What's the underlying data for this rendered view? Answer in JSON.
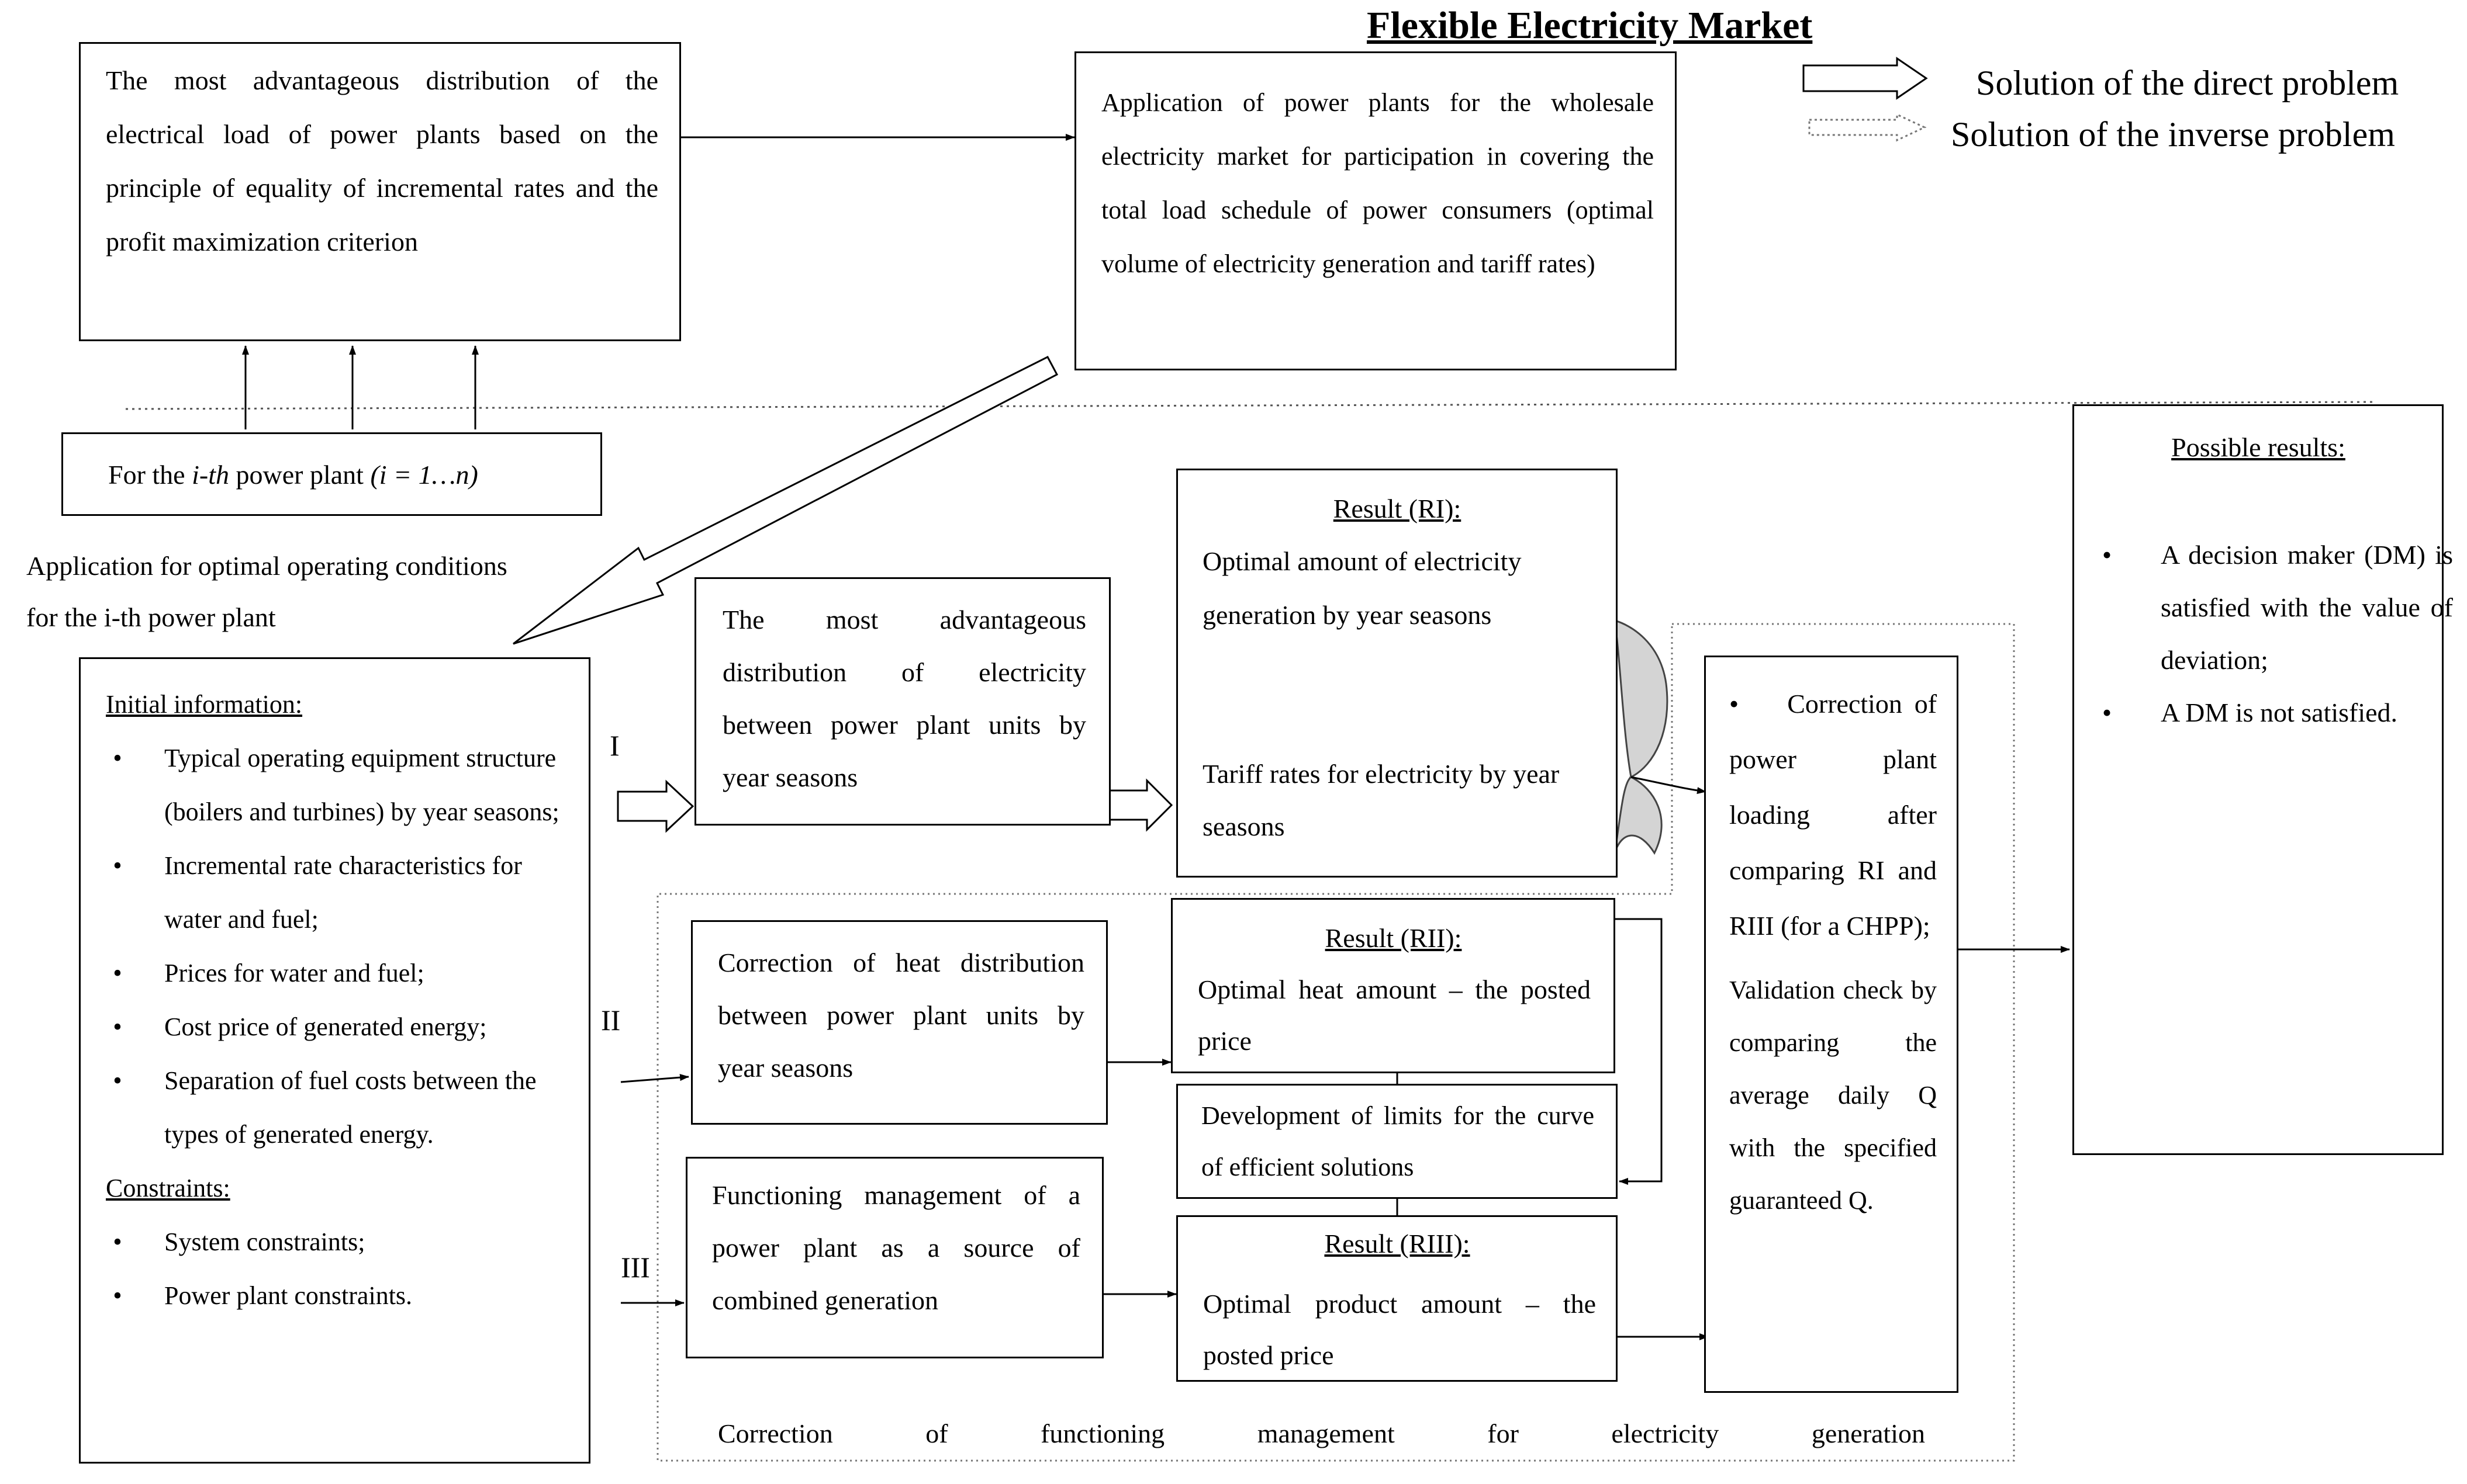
{
  "title": "Flexible Electricity Market",
  "legend": {
    "direct": "Solution of the direct problem",
    "inverse": "Solution of the inverse problem"
  },
  "boxes": {
    "distribution_top": "The most advantageous distribution of the electrical load of power plants based on the principle of equality of incremental rates and the profit maximization criterion",
    "for_plant": {
      "prefix": "For the ",
      "ith": "i-th",
      "mid": " power plant ",
      "range": "(i = 1…n)"
    },
    "application_wholesale": "Application of power plants for the wholesale electricity market for participation in covering the total load schedule of power consumers (optimal volume of electricity generation and tariff rates)",
    "application_optimal": "Application for optimal operating conditions for the i-th power plant",
    "initial": {
      "heading": "Initial information:",
      "items": [
        "Typical operating equipment structure (boilers and turbines) by year seasons;",
        "Incremental rate characteristics for water and fuel;",
        "Prices for water and fuel;",
        "Cost price of generated energy;",
        "Separation of fuel costs between the types of generated energy."
      ],
      "constraints_heading": "Constraints:",
      "constraints": [
        "System constraints;",
        "Power plant constraints."
      ]
    },
    "distribution_units": "The most advantageous distribution of electricity between power plant units by year seasons",
    "result_ri": {
      "heading": "Result (RI):",
      "text": "Optimal amount of electricity generation by year seasons",
      "tariff": "Tariff rates for electricity by year seasons"
    },
    "correction_heat": "Correction of heat distribution between power plant units by year seasons",
    "result_rii": {
      "heading": "Result (RII):",
      "text": "Optimal heat amount – the posted price"
    },
    "limits": "Development of limits for the curve of efficient solutions",
    "functioning": "Functioning management of a power plant as a source of combined generation",
    "result_riii": {
      "heading": "Result (RIII):",
      "text": "Optimal product amount – the posted price"
    },
    "correction_loading": {
      "text": "Correction of power plant loading after comparing RI and RIII (for a CHPP);",
      "validation": "Validation check by comparing the average daily Q with the specified guaranteed Q."
    },
    "possible": {
      "heading": "Possible results:",
      "items": [
        "A decision maker (DM) is satisfied with the value of deviation;",
        "A DM is not satisfied."
      ]
    },
    "bottom_caption": "Correction of functioning management for electricity generation"
  },
  "roman": {
    "i": "I",
    "ii": "II",
    "iii": "III"
  }
}
